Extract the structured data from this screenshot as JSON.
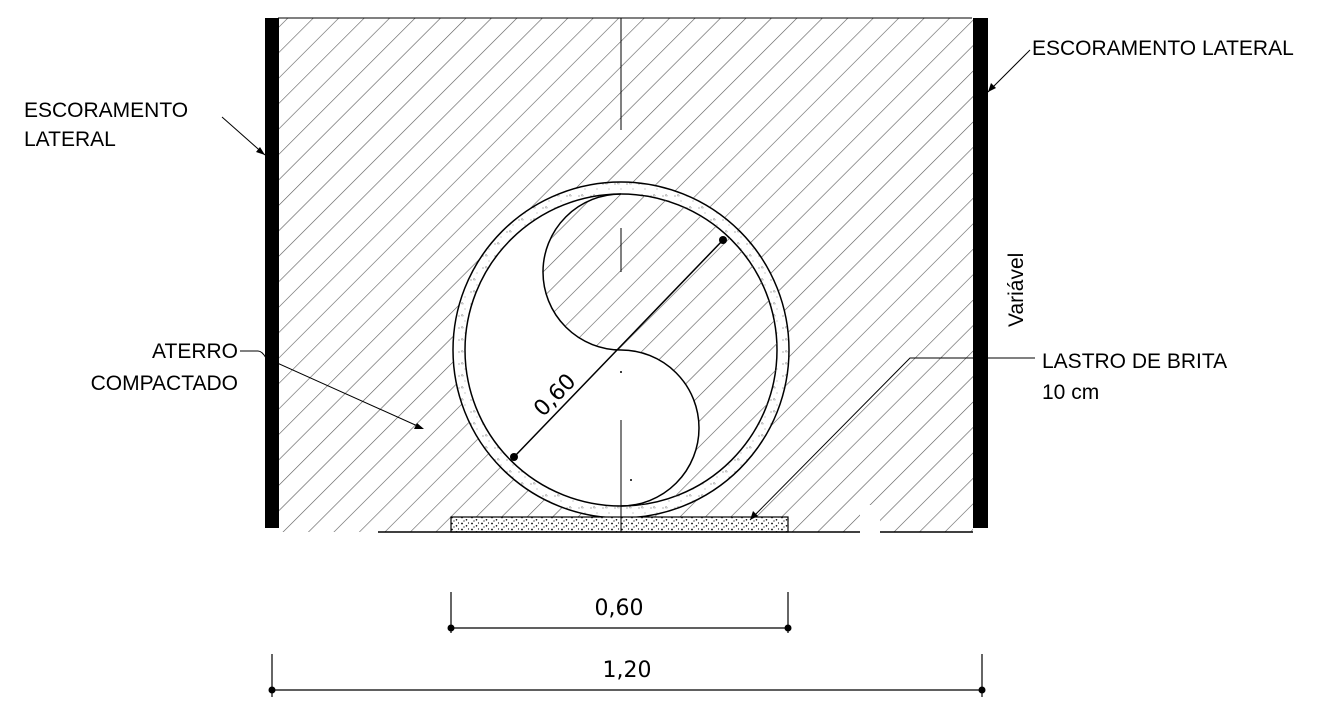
{
  "labels": {
    "left_shoring_line1": "ESCORAMENTO",
    "left_shoring_line2": "LATERAL",
    "right_shoring": "ESCORAMENTO LATERAL",
    "backfill_line1": "ATERRO",
    "backfill_line2": "COMPACTADO",
    "gravel_bed_line1": "LASTRO DE BRITA",
    "gravel_bed_line2": "10 cm",
    "variable_height": "Variável"
  },
  "dimensions": {
    "pipe_diameter": "0,60",
    "bed_width": "0,60",
    "trench_width": "1,20"
  },
  "colors": {
    "line": "#000000",
    "hatch": "#4d4d4d",
    "background": "#ffffff"
  }
}
